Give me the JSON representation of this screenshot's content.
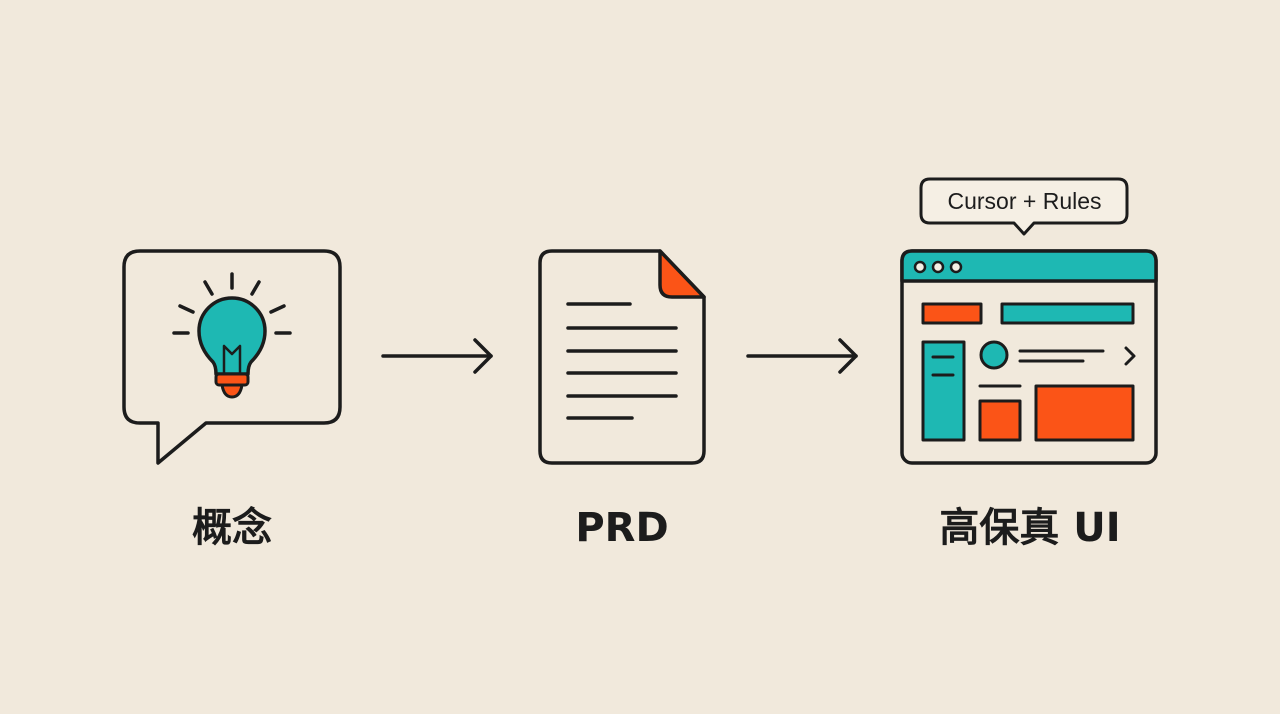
{
  "colors": {
    "background": "#f1e9dc",
    "stroke": "#1c1c1c",
    "teal": "#1eb8b3",
    "orange": "#fb5417"
  },
  "steps": [
    {
      "label": "概念",
      "icon": "lightbulb-speech-bubble-icon"
    },
    {
      "label": "PRD",
      "icon": "document-icon"
    },
    {
      "label": "高保真 UI",
      "icon": "browser-window-icon"
    }
  ],
  "annotation": {
    "text": "Cursor + Rules"
  }
}
